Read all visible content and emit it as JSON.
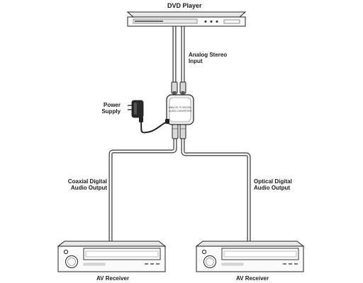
{
  "devices": {
    "dvd_player": {
      "label": "DVD Player"
    },
    "converter": {
      "brand_line1": "ANALOG TO DIGITAL",
      "brand_line2": "AUDIO CONVERTER"
    },
    "receiver_left": {
      "label": "AV Receiver"
    },
    "receiver_right": {
      "label": "AV Receiver"
    }
  },
  "connections": {
    "analog_input": {
      "line1": "Analog Stereo",
      "line2": "Input"
    },
    "power": {
      "line1": "Power",
      "line2": "Supply"
    },
    "coaxial_output": {
      "line1": "Coaxial Digital",
      "line2": "Audio Output"
    },
    "optical_output": {
      "line1": "Optical Digital",
      "line2": "Audio Output"
    }
  }
}
